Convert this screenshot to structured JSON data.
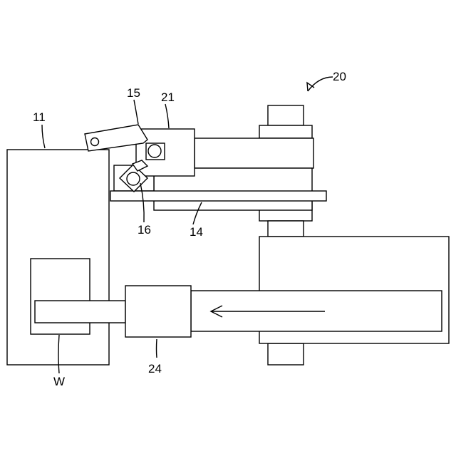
{
  "labels": {
    "assembly": "20",
    "housing": "11",
    "lever": "15",
    "head": "21",
    "pivot": "16",
    "rail": "14",
    "carriage": "24",
    "workpiece": "W"
  }
}
